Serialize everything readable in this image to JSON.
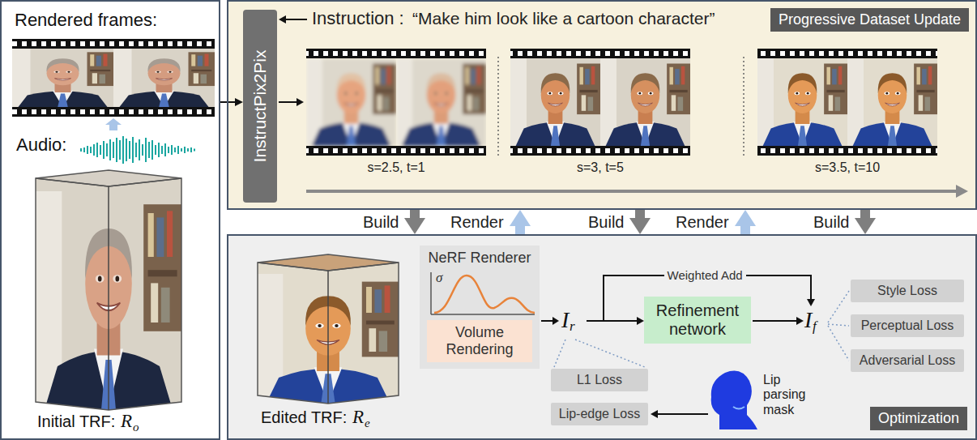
{
  "diagram": {
    "nodes": [
      {
        "text": [
          "Rendered frames:"
        ]
      },
      {
        "text": [
          "Instruction :",
          "“Make him look like a cartoon character”",
          "Progressive Dataset Update"
        ]
      },
      {
        "text": [
          "InstructPix2Pix"
        ],
        "in": 1
      },
      {
        "text": [
          "Optimization"
        ]
      },
      {
        "text": [
          "NeRF Renderer"
        ],
        "in": 3
      },
      {
        "text": [
          "Volume Rendering"
        ],
        "in": 4
      },
      {
        "text": [
          "L1 Loss"
        ],
        "in": 3
      },
      {
        "text": [
          "Lip-edge Loss"
        ],
        "in": 3
      },
      {
        "text": [
          "Refinement network"
        ],
        "in": 3
      },
      {
        "text": [
          "Style Loss"
        ],
        "in": 3
      },
      {
        "text": [
          "Perceptual Loss"
        ],
        "in": 3
      },
      {
        "text": [
          "Adversarial Loss"
        ],
        "in": 3
      }
    ],
    "edges": [
      {
        "from": 0,
        "to": 2,
        "arrow": "to"
      },
      {
        "from": 1,
        "to": 3,
        "label": "Build",
        "arrow": "to"
      },
      {
        "from": 3,
        "to": 1,
        "label": "Render",
        "arrow": "to"
      },
      {
        "from": 1,
        "to": 3,
        "label": "Build",
        "arrow": "to"
      },
      {
        "from": 3,
        "to": 1,
        "label": "Render",
        "arrow": "to"
      },
      {
        "from": 1,
        "to": 3,
        "label": "Build",
        "arrow": "to"
      }
    ],
    "labels": [
      "Audio:",
      "Initial TRF:",
      "R",
      "o",
      "s=2.5, t=1",
      "s=3, t=5",
      "s=3.5, t=10",
      "Edited TRF:",
      "R",
      "e",
      "σ",
      "I",
      "r",
      "Weighted Add",
      "I",
      "f",
      "Lip parsing mask"
    ]
  }
}
